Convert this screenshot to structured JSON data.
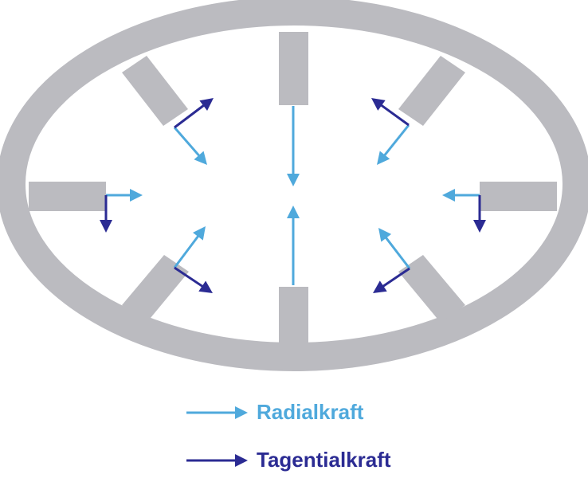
{
  "colors": {
    "stator": "#bbbbc0",
    "background": "#ffffff",
    "radial": "#4fa9dc",
    "tangential": "#2b2b93"
  },
  "legend": {
    "radial_label": "Radialkraft",
    "tangential_label": "Tagentialkraft"
  },
  "arrow_types": [
    "radial",
    "tangential"
  ]
}
